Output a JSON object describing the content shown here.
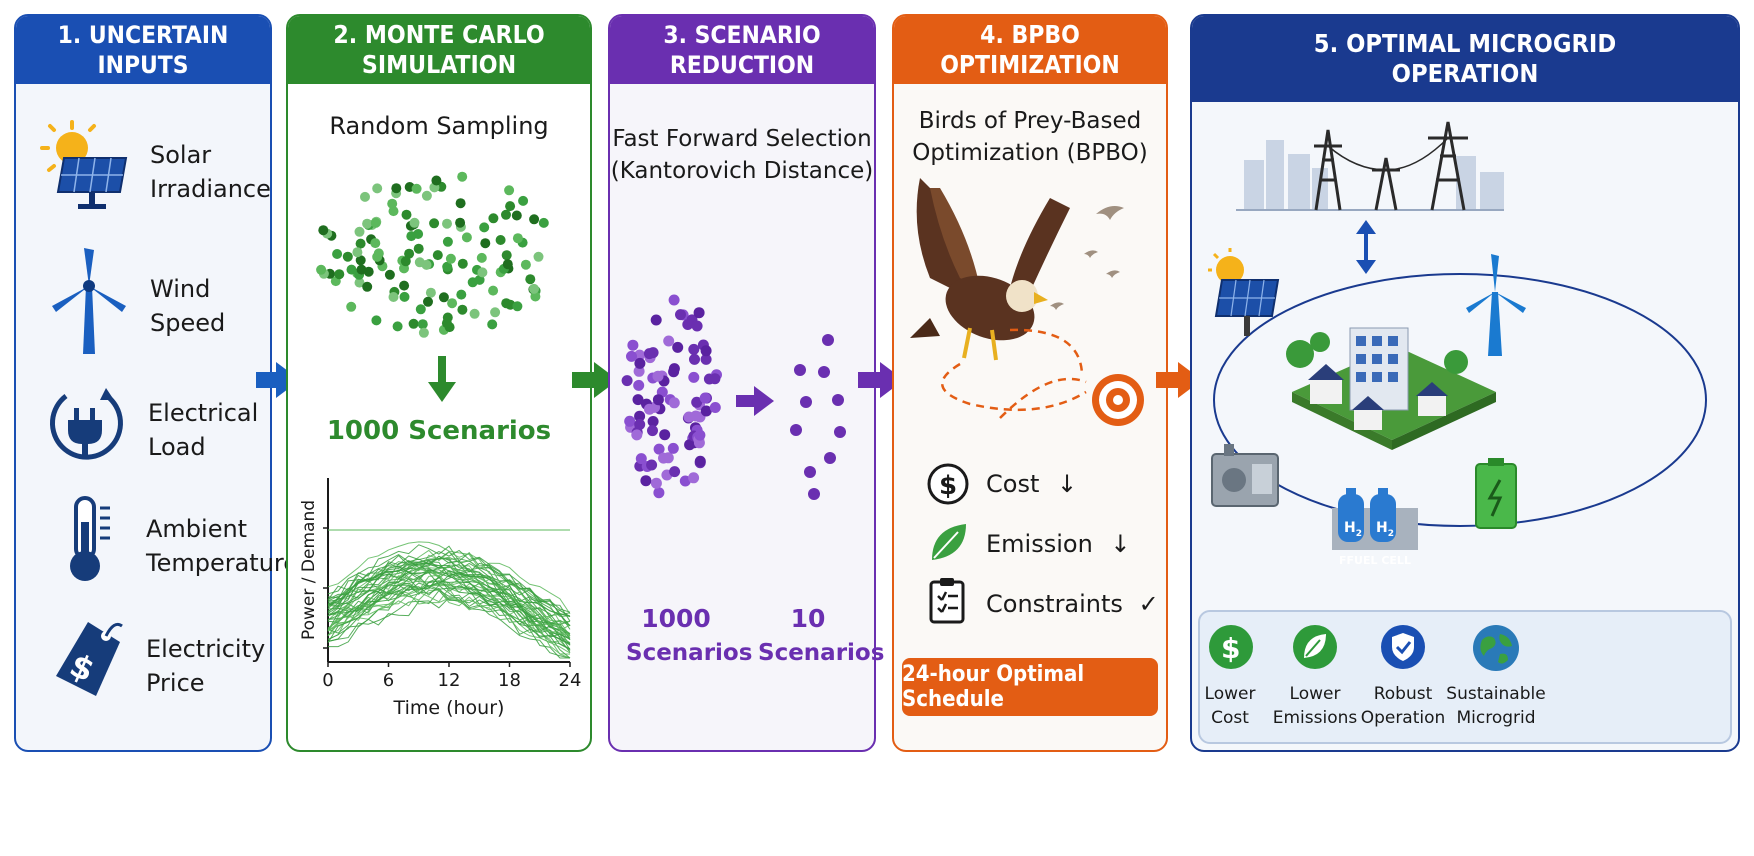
{
  "panels": [
    {
      "title": "1. UNCERTAIN INPUTS",
      "color": "#1a4fb3"
    },
    {
      "title": "2. MONTE CARLO SIMULATION",
      "color": "#2d8a2d"
    },
    {
      "title": "3. SCENARIO REDUCTION",
      "color": "#6a2fb0"
    },
    {
      "title": "4. BPBO OPTIMIZATION",
      "color": "#e35d14"
    },
    {
      "title": "5. OPTIMAL MICROGRID\nOPERATION",
      "color": "#1a3a8f"
    }
  ],
  "inputs": [
    {
      "label": "Solar\nIrradiance",
      "icon": "solar-panel-icon"
    },
    {
      "label": "Wind\nSpeed",
      "icon": "wind-turbine-icon"
    },
    {
      "label": "Electrical\nLoad",
      "icon": "plug-icon"
    },
    {
      "label": "Ambient\nTemperature",
      "icon": "thermometer-icon"
    },
    {
      "label": "Electricity\nPrice",
      "icon": "price-tag-icon"
    }
  ],
  "monte_carlo": {
    "sampling_label": "Random Sampling",
    "scenarios_label": "1000 Scenarios",
    "chart": {
      "ylabel": "Power / Demand",
      "xlabel": "Time (hour)",
      "xticks": [
        "0",
        "6",
        "12",
        "18",
        "24"
      ]
    }
  },
  "reduction": {
    "method_line1": "Fast Forward Selection",
    "method_line2": "(Kantorovich Distance)",
    "before_count": "1000",
    "before_label": "Scenarios",
    "after_count": "10",
    "after_label": "Scenarios"
  },
  "optimization": {
    "title_line1": "Birds of Prey-Based",
    "title_line2": "Optimization (BPBO)",
    "objectives": [
      {
        "label": "Cost",
        "mark": "↓",
        "icon": "dollar-icon"
      },
      {
        "label": "Emission",
        "mark": "↓",
        "icon": "leaf-icon"
      },
      {
        "label": "Constraints",
        "mark": "✓",
        "icon": "clipboard-icon"
      }
    ],
    "schedule_button": "24-hour Optimal Schedule"
  },
  "microgrid": {
    "fuel_cell_label": "FFUEL CELL",
    "h2_label": "H",
    "h2_sub": "2",
    "benefits": [
      {
        "label": "Lower\nCost",
        "icon": "dollar-badge-icon",
        "color": "#2e9a3a"
      },
      {
        "label": "Lower\nEmissions",
        "icon": "leaf-badge-icon",
        "color": "#2e9a3a"
      },
      {
        "label": "Robust\nOperation",
        "icon": "shield-icon",
        "color": "#1a4fb3"
      },
      {
        "label": "Sustainable\nMicrogrid",
        "icon": "globe-icon",
        "color": "#2a7ab8"
      }
    ]
  }
}
